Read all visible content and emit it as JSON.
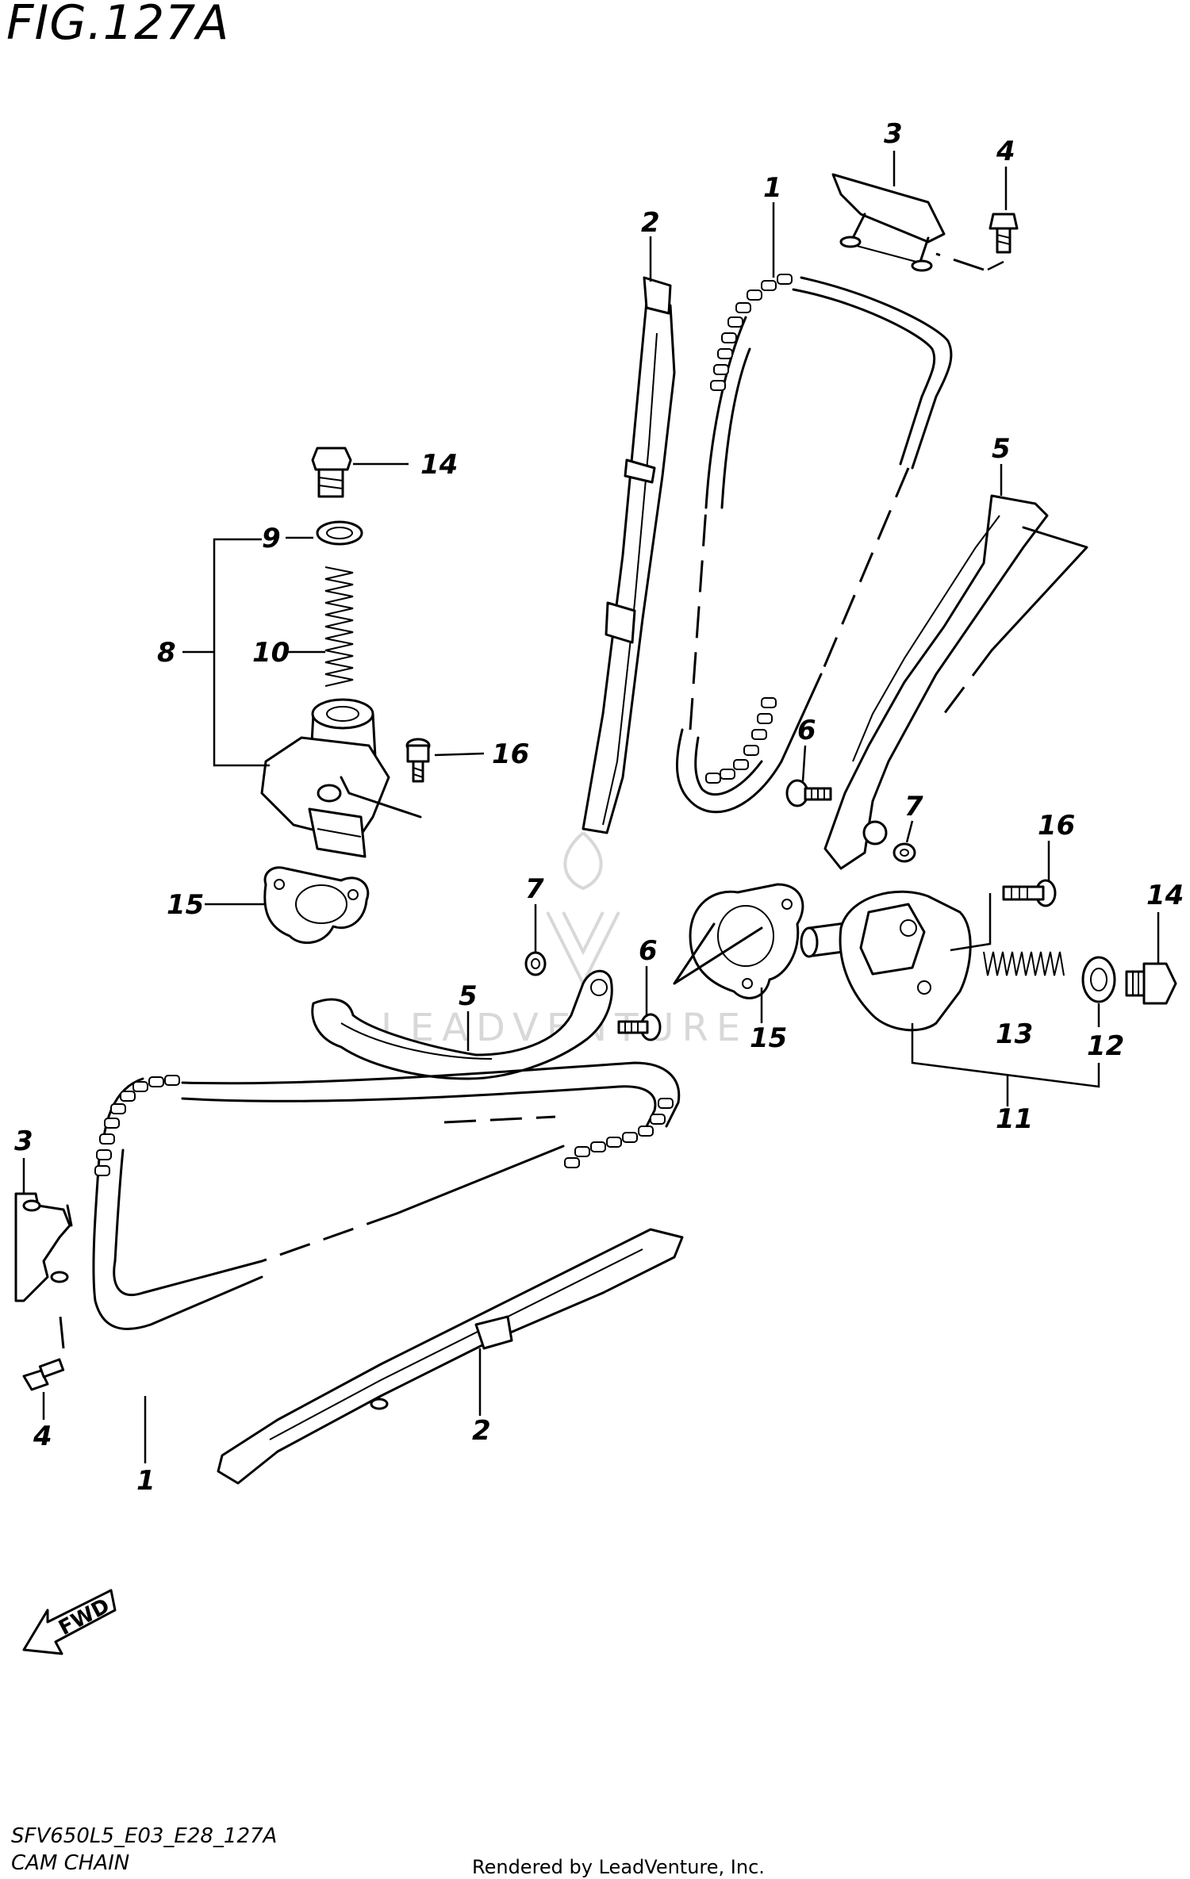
{
  "figure": {
    "title": "FIG.127A",
    "code": "SFV650L5_E03_E28_127A",
    "name": "CAM CHAIN",
    "credit": "Rendered by LeadVenture, Inc.",
    "watermark": "LEADVENTURE",
    "fwd_label": "FWD"
  },
  "callouts": {
    "c1_top": "1",
    "c2_top": "2",
    "c3_top": "3",
    "c4_top": "4",
    "c5_top": "5",
    "c14_left": "14",
    "c9": "9",
    "c8": "8",
    "c10": "10",
    "c16_left": "16",
    "c15_left": "15",
    "c6_right": "6",
    "c7_right": "7",
    "c16_right": "16",
    "c14_right": "14",
    "c7_mid": "7",
    "c6_mid": "6",
    "c5_mid": "5",
    "c15_mid": "15",
    "c13": "13",
    "c12": "12",
    "c11": "11",
    "c3_left": "3",
    "c4_left": "4",
    "c1_bottom": "1",
    "c2_bottom": "2"
  }
}
